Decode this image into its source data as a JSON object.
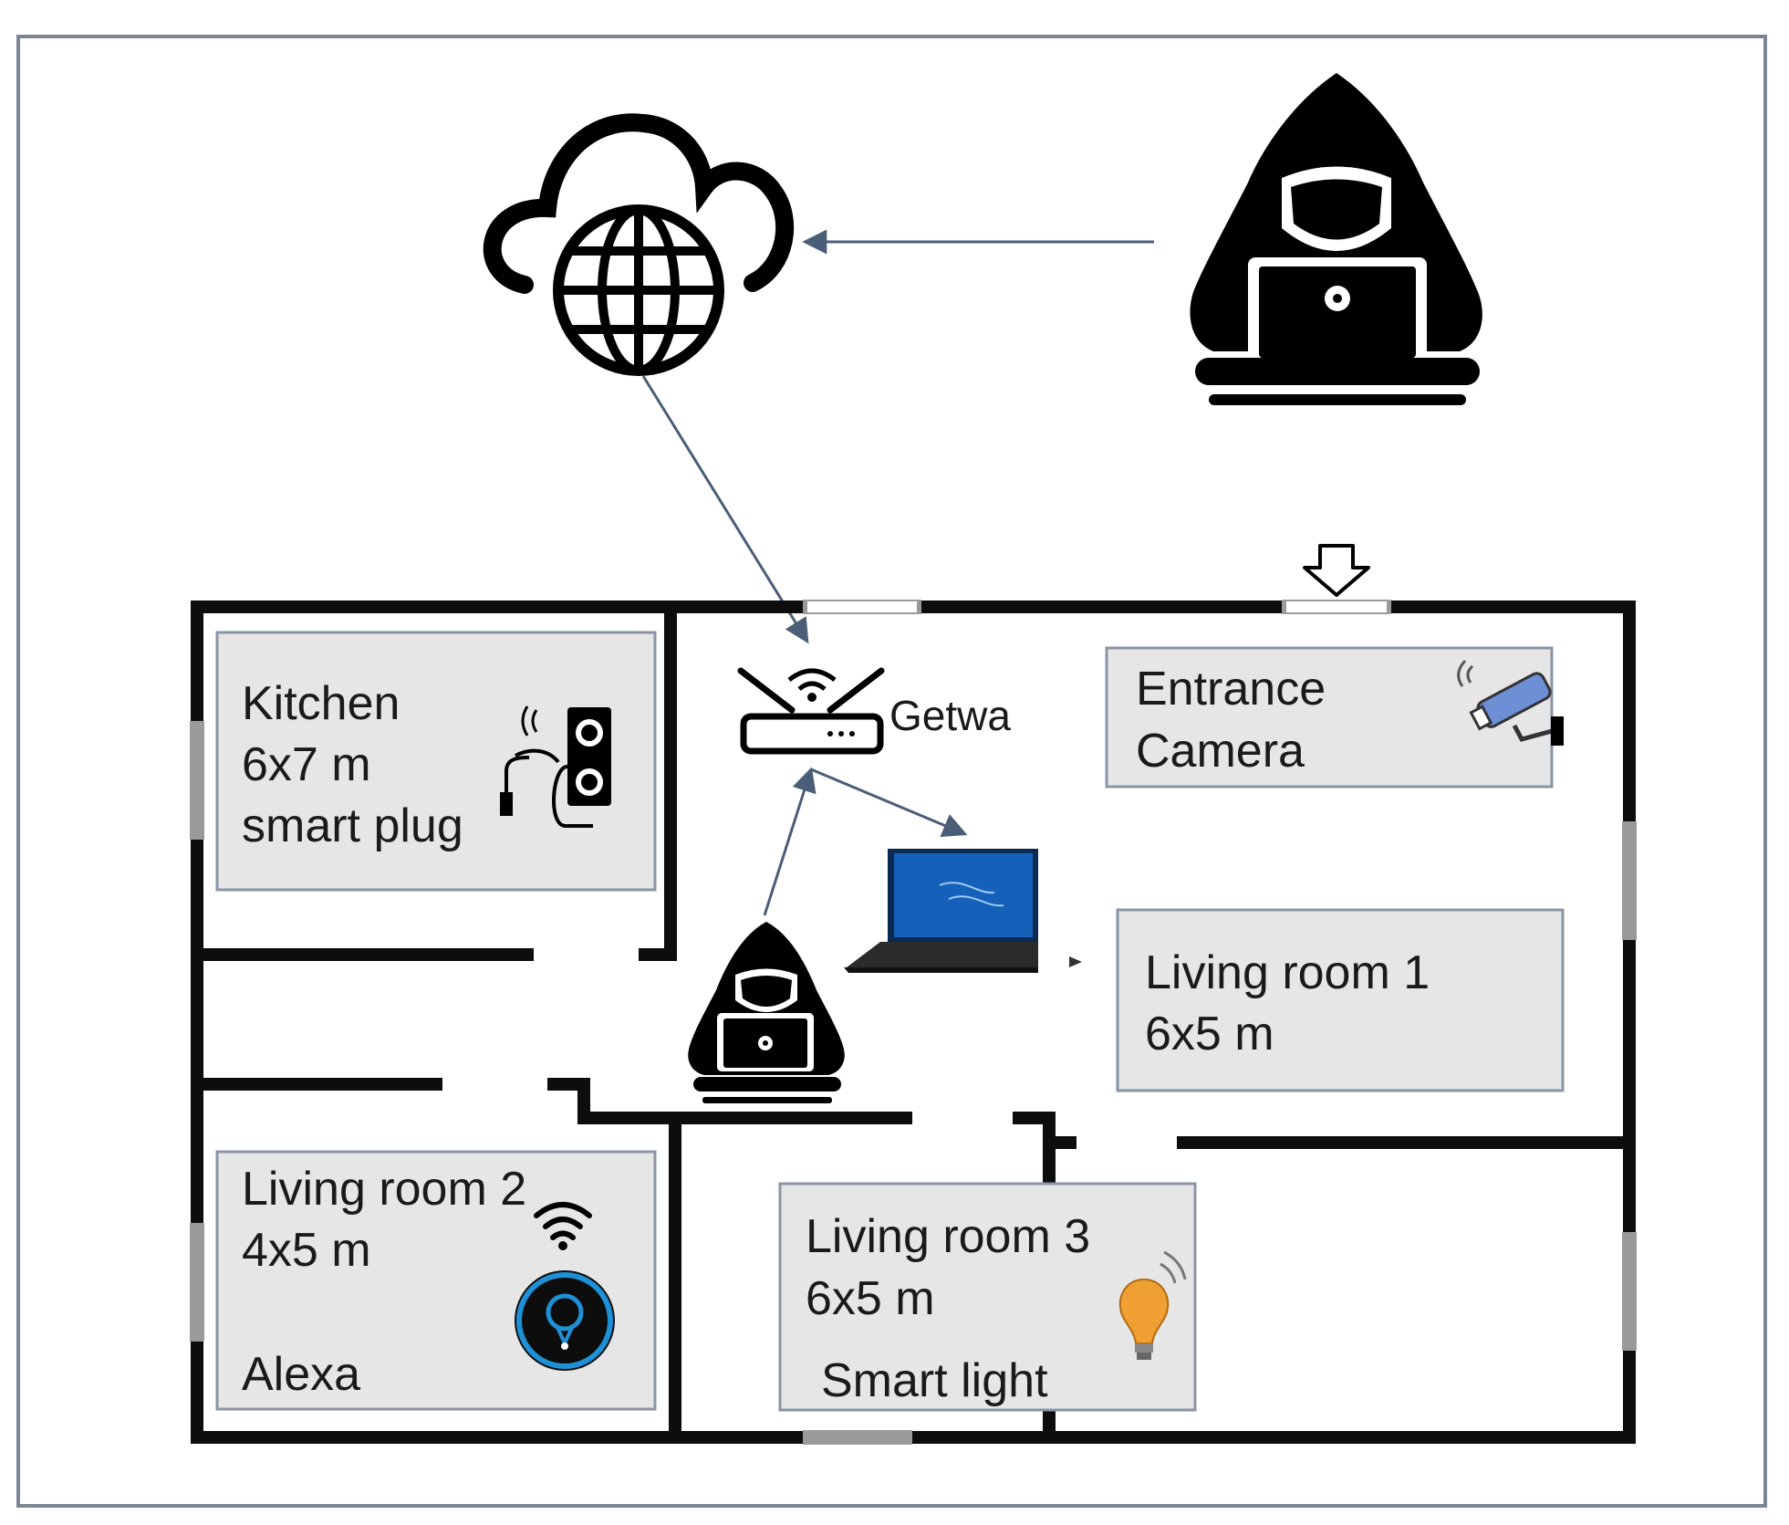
{
  "colors": {
    "wall": "#0d0d0d",
    "room_fill": "#e6e6e6",
    "room_border": "#8a94a4",
    "frame": "#7c8594",
    "arrow": "#4b5e78",
    "door": "#9a9a9a",
    "alexa_ring": "#1e90d6",
    "bulb": "#f0a032",
    "camera": "#6c8fd6",
    "laptop_screen": "#1560b8"
  },
  "icons": {
    "cloud": "cloud-globe-icon",
    "hacker_remote": "hacker-icon",
    "hacker_local": "hacker-icon",
    "gateway": "router-icon",
    "laptop": "laptop-icon",
    "smart_plug": "smart-plug-icon",
    "camera": "security-camera-icon",
    "alexa": "alexa-speaker-icon",
    "bulb": "light-bulb-icon",
    "entrance": "entrance-arrow-icon"
  },
  "rooms": {
    "kitchen": {
      "line1": "Kitchen",
      "line2": "6x7 m",
      "line3": "smart plug"
    },
    "entrance": {
      "line1": "Entrance",
      "line2": "Camera"
    },
    "living1": {
      "line1": "Living room 1",
      "line2": "6x5 m"
    },
    "living2": {
      "line1": "Living room 2",
      "line2": "4x5 m",
      "line3": "Alexa"
    },
    "living3": {
      "line1": "Living room 3",
      "line2": "6x5 m",
      "line3": "Smart light"
    }
  },
  "gateway": {
    "label": "Getwa"
  }
}
